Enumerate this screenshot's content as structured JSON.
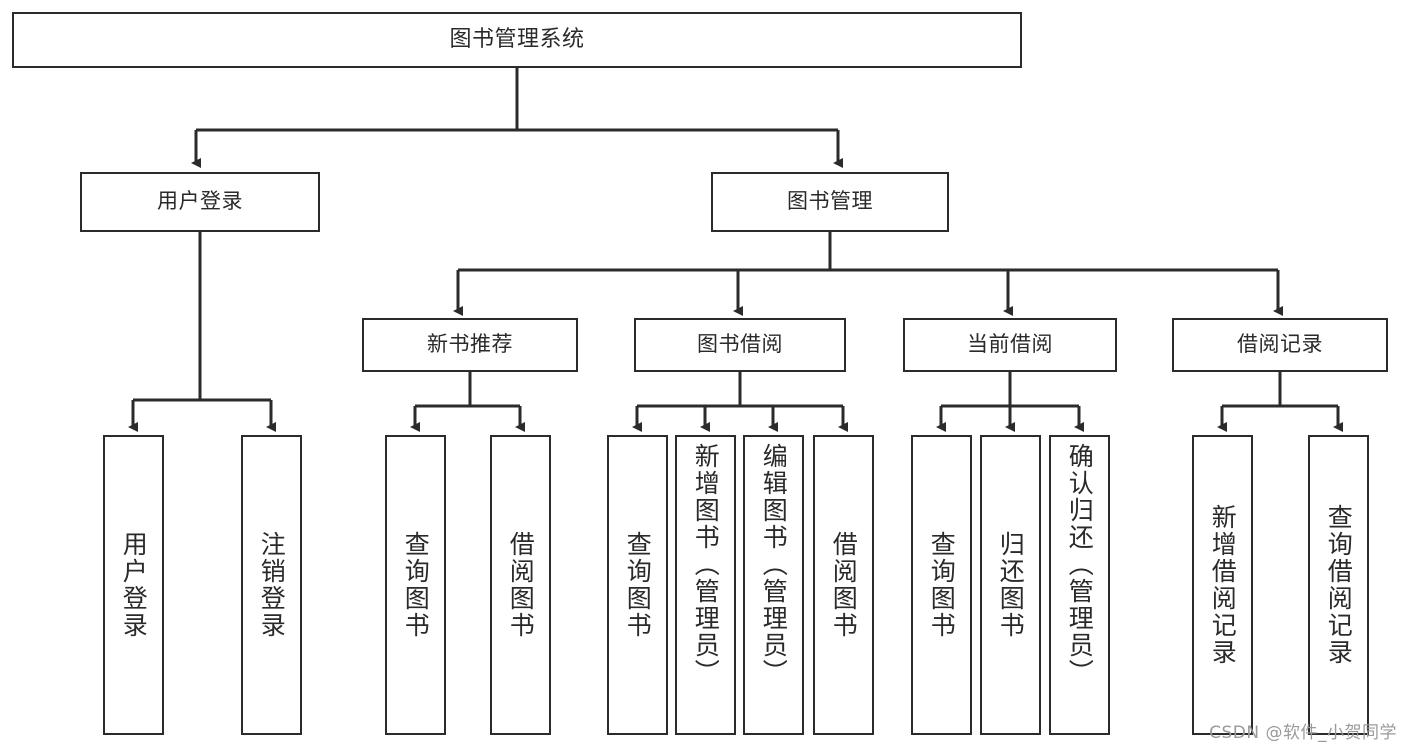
{
  "diagram": {
    "type": "tree",
    "title": "图书管理系统",
    "watermark": "CSDN @软件_小贺同学",
    "colors": {
      "box_border": "#2b2b2b",
      "box_fill": "#ffffff",
      "text": "#2a2a2a",
      "connector": "#2b2b2b",
      "watermark": "#9a9a9a",
      "background": "#ffffff"
    },
    "levels": {
      "root": {
        "label": "图书管理系统"
      },
      "level2": [
        {
          "label": "用户登录"
        },
        {
          "label": "图书管理"
        }
      ],
      "level3": [
        {
          "label": "新书推荐"
        },
        {
          "label": "图书借阅"
        },
        {
          "label": "当前借阅"
        },
        {
          "label": "借阅记录"
        }
      ]
    },
    "leaves": {
      "user_login": [
        {
          "label": "用户登录"
        },
        {
          "label": "注销登录"
        }
      ],
      "new_book_recommend": [
        {
          "label": "查询图书"
        },
        {
          "label": "借阅图书"
        }
      ],
      "book_borrow": [
        {
          "label": "查询图书"
        },
        {
          "label": "新增图书（管理员）"
        },
        {
          "label": "编辑图书（管理员）"
        },
        {
          "label": "借阅图书"
        }
      ],
      "current_borrow": [
        {
          "label": "查询图书"
        },
        {
          "label": "归还图书"
        },
        {
          "label": "确认归还（管理员）"
        }
      ],
      "borrow_record": [
        {
          "label": "新增借阅记录"
        },
        {
          "label": "查询借阅记录"
        }
      ]
    }
  }
}
